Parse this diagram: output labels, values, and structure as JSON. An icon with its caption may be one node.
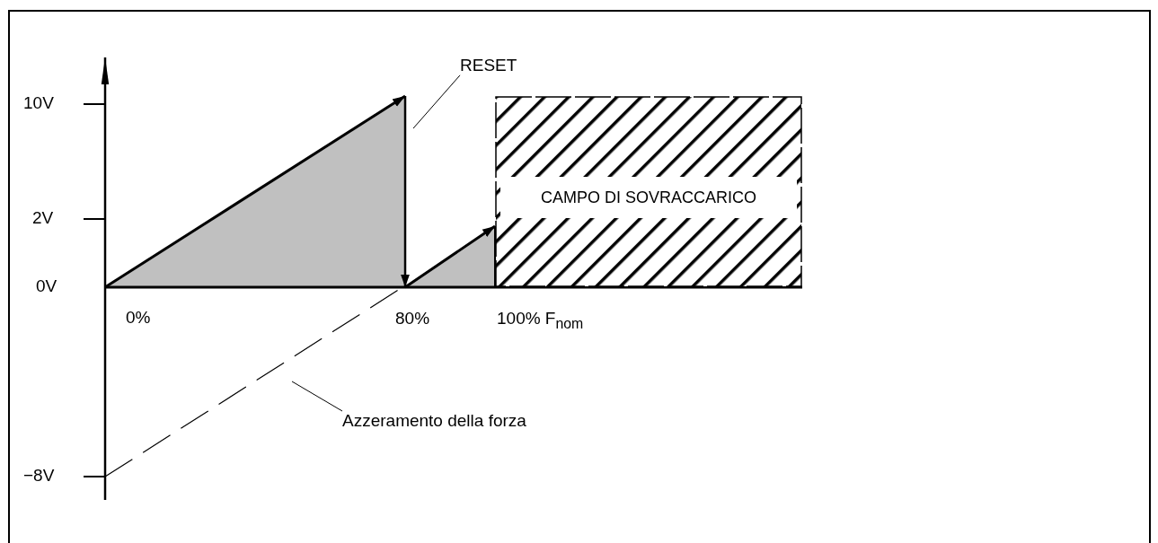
{
  "diagram": {
    "nodes": [
      {
        "text": [
          "RESET"
        ]
      },
      {
        "text": [
          "CAMPO DI SOVRACCARICO"
        ]
      },
      {
        "text": [
          "Azzeramento della forza"
        ]
      }
    ],
    "edges": [
      {
        "from": 0,
        "to": null,
        "arrow": "none"
      },
      {
        "from": 2,
        "to": null,
        "arrow": "none"
      }
    ],
    "labels": [
      "10V",
      "2V",
      "0V",
      "0%",
      "80%",
      "100% F$_{nom}$",
      "−8V"
    ]
  }
}
